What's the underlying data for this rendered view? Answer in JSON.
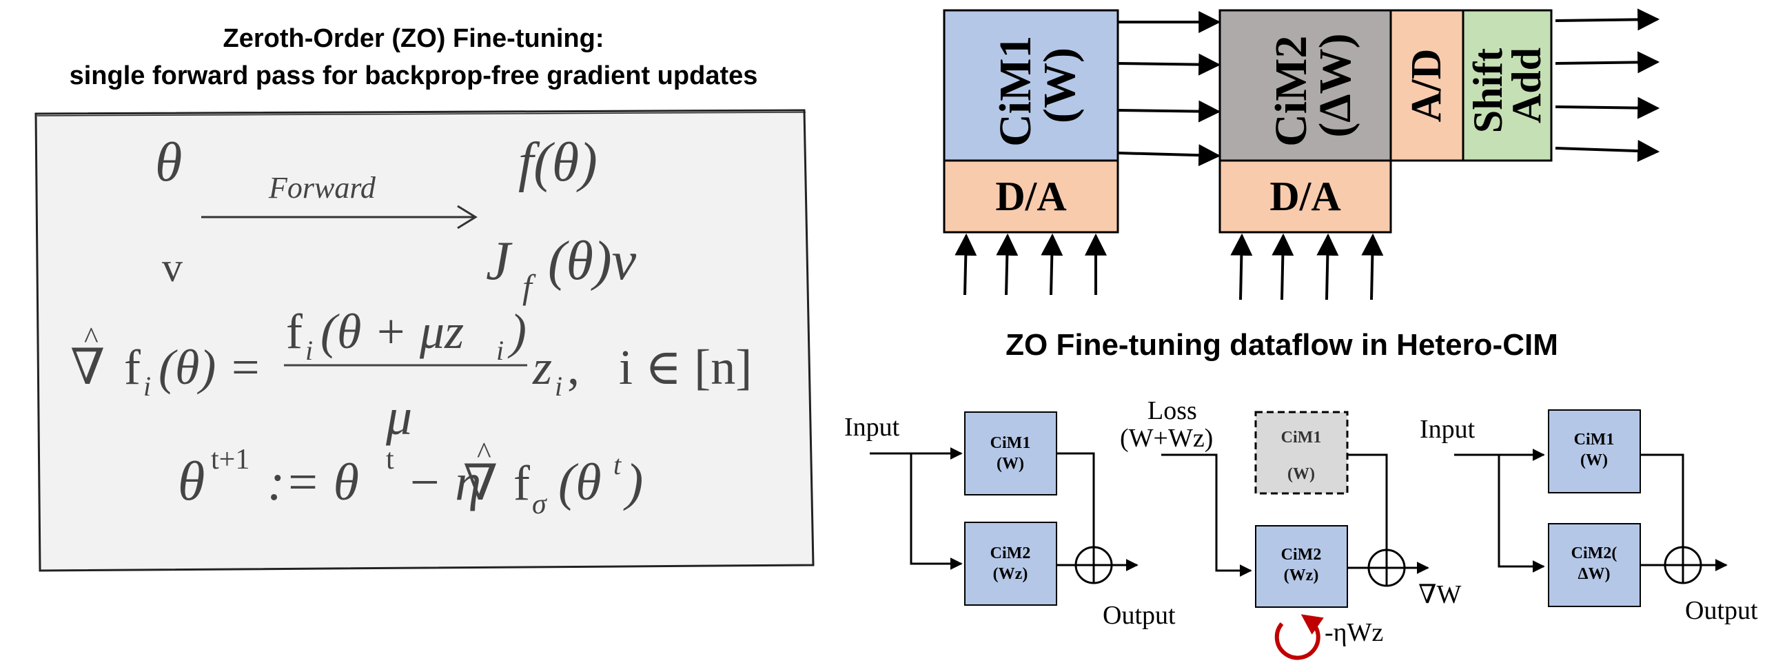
{
  "left_panel": {
    "title_line1": "Zeroth-Order (ZO) Fine-tuning:",
    "title_line2": "single forward pass for backprop-free gradient updates",
    "eq": {
      "theta": "θ",
      "forward_label": "Forward",
      "f_theta": "f(θ)",
      "v": "v",
      "jacobian": "J",
      "jacobian_sub": "f",
      "jacobian_rest": "(θ)v",
      "grad_nabla": "∇",
      "grad_hat": "^",
      "grad_f": "f",
      "grad_sub_i": "i",
      "grad_arg": "(θ) =",
      "frac_num": "f",
      "frac_num_sub": "i",
      "frac_num_arg": "(θ + μz",
      "frac_num_sub2": "i",
      "frac_num_close": ")",
      "frac_den": "μ",
      "frac_z": "z",
      "frac_z_sub": "i",
      "frac_comma": ",",
      "i_in": "i ∈ [n]",
      "upd_theta": "θ",
      "upd_sup": "t+1",
      "upd_assign": ":= θ",
      "upd_sup_t": "t",
      "upd_minus_eta": "− η",
      "upd_f": "f",
      "upd_sub": "σ",
      "upd_arg": "(θ",
      "upd_arg_sup": "t",
      "upd_close": ")"
    }
  },
  "hw": {
    "cim1_line1": "CiM1",
    "cim1_line2": "(W)",
    "cim2_line1": "CiM2",
    "cim2_line2": "(ΔW)",
    "ad": "A/D",
    "shift": "Shift",
    "add": "Add",
    "da": "D/A",
    "colors": {
      "blue": "#b4c7e7",
      "gray": "#aeaaaa",
      "peach": "#f8cbad",
      "green": "#c5e0b4"
    }
  },
  "dataflow_title": "ZO Fine-tuning dataflow in Hetero-CIM",
  "flows": {
    "f1": {
      "input": "Input",
      "cim1_a": "CiM1",
      "cim1_b": "(W)",
      "cim2_a": "CiM2",
      "cim2_b": "(Wz)",
      "output": "Output"
    },
    "f2": {
      "loss": "Loss",
      "loss_arg": "(W+Wz)",
      "cim1_a": "CiM1",
      "cim1_b": "(W)",
      "cim2_a": "CiM2",
      "cim2_b": "(Wz)",
      "grad": "∇W",
      "update": "-ηWz"
    },
    "f3": {
      "input": "Input",
      "cim1_a": "CiM1",
      "cim1_b": "(W)",
      "cim2_a": "CiM2(",
      "cim2_b": "ΔW)",
      "output": "Output"
    }
  }
}
